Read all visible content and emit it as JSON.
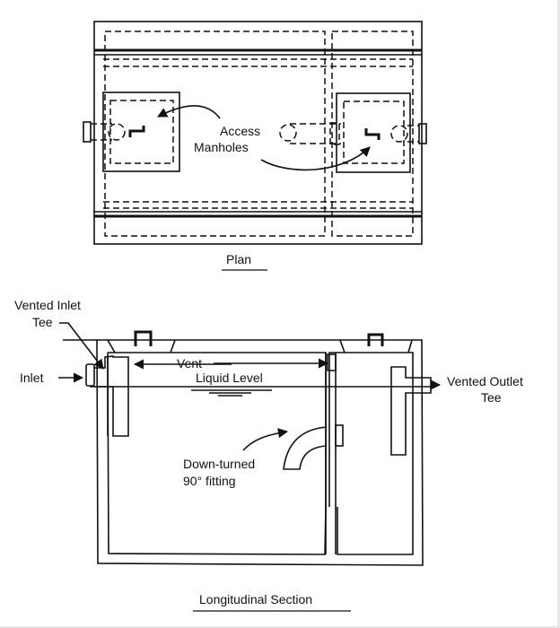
{
  "figure": {
    "plan": {
      "caption": "Plan",
      "annotation_line1": "Access",
      "annotation_line2": "Manholes"
    },
    "section": {
      "caption": "Longitudinal Section",
      "labels": {
        "vented_inlet_tee_line1": "Vented Inlet",
        "vented_inlet_tee_line2": "Tee",
        "inlet": "Inlet",
        "vent": "Vent",
        "liquid_level": "Liquid Level",
        "vented_outlet_tee_line1": "Vented Outlet",
        "vented_outlet_tee_line2": "Tee",
        "fitting_line1": "Down-turned",
        "fitting_line2": "90° fitting"
      }
    },
    "colors": {
      "ink": "#111111",
      "background": "#ffffff"
    }
  }
}
